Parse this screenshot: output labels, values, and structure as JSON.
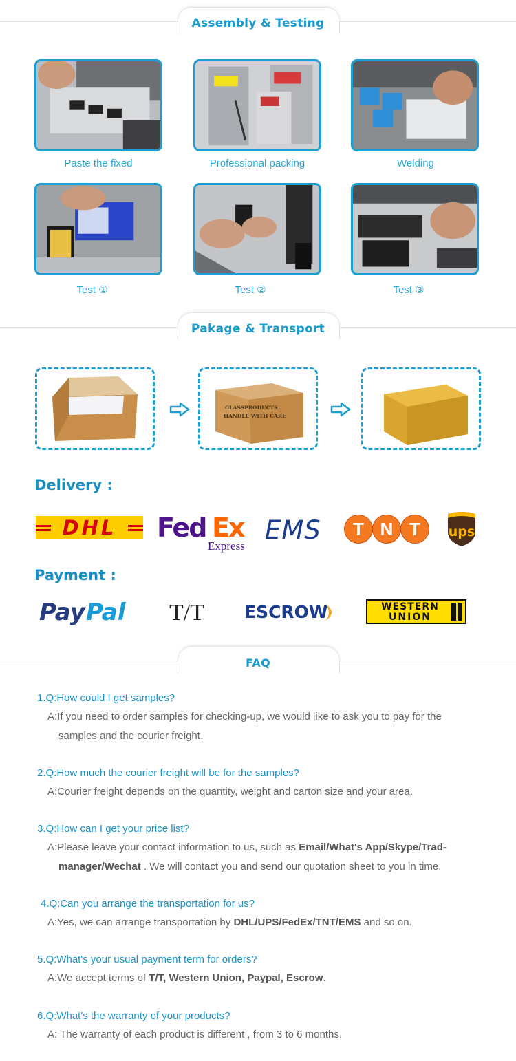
{
  "sections": {
    "assembly": "Assembly & Testing",
    "package": "Pakage & Transport",
    "faq": "FAQ"
  },
  "assembly_captions": [
    "Paste the fixed",
    "Professional packing",
    "Welding",
    "Test ①",
    "Test ②",
    "Test ③"
  ],
  "delivery_heading": "Delivery :",
  "payment_heading": "Payment :",
  "delivery_logos": {
    "dhl": "DHL",
    "fedex_fed": "Fed",
    "fedex_ex": "Ex",
    "fedex_express": "Express",
    "ems": "EMS",
    "tnt": [
      "T",
      "N",
      "T"
    ],
    "ups": "ups"
  },
  "payment_logos": {
    "paypal_pay": "Pay",
    "paypal_pal": "Pal",
    "tt": "T/T",
    "escrow": "ESCROW",
    "western": "WESTERN",
    "union": "UNION"
  },
  "box_text": [
    "GLASSPRODUCTS",
    "HANDLE WITH CARE"
  ],
  "faq": [
    {
      "q": "1.Q:How could I get samples?",
      "a1": "A:If you need to order samples for checking-up, we would like to ask you to pay for the",
      "a2": "samples and  the courier freight."
    },
    {
      "q": "2.Q:How much the courier freight will be for the samples?",
      "a1": "A:Courier freight depends on the quantity, weight and carton size and your area."
    },
    {
      "q": "3.Q:How can I get your price list?",
      "a1_pre": "A:Please leave your contact information to  us, such as ",
      "a1_bold": "Email/What's App/Skype/Trad-",
      "a2_bold": "manager/Wechat",
      "a2_post": " . We will contact you and send our quotation sheet to you in time."
    },
    {
      "q": "4.Q:Can you arrange the transportation for us?",
      "a1_pre": "A:Yes, we can arrange transportation by ",
      "a1_bold": "DHL/UPS/FedEx/TNT/EMS",
      "a1_post": " and so on."
    },
    {
      "q": "5.Q:What's your usual payment term for orders?",
      "a1_pre": "A:We accept terms of ",
      "a1_bold": "T/T, Western Union, Paypal, Escrow",
      "a1_post": "."
    },
    {
      "q": "6.Q:What's the warranty of your products?",
      "a1": "A: The warranty of each product is different , from 3 to 6 months."
    }
  ],
  "colors": {
    "accent": "#1a9bcf",
    "dhl_yellow": "#ffcc00",
    "dhl_red": "#d40511",
    "fedex_purple": "#4d148c",
    "fedex_orange": "#ff6600",
    "ems_blue": "#1b3b8c",
    "tnt_orange": "#f47920",
    "ups_brown": "#4b2e1a",
    "ups_gold": "#ffb500",
    "paypal_dark": "#253b80",
    "paypal_light": "#179bd7"
  }
}
